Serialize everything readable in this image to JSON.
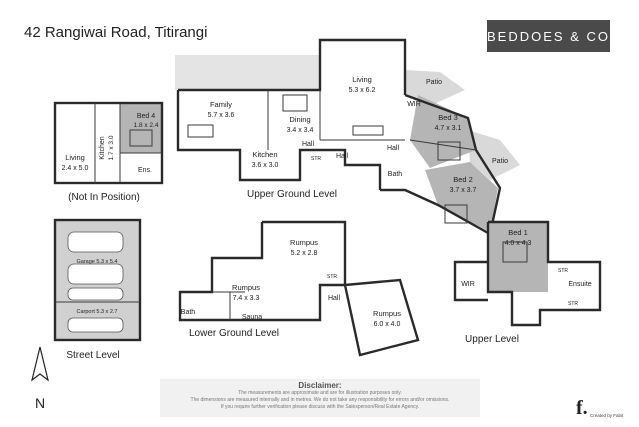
{
  "address": "42 Rangiwai Road, Titirangi",
  "brand": "BEDDOES & CO",
  "levels": {
    "upper_ground": "Upper Ground Level",
    "lower_ground": "Lower Ground Level",
    "upper": "Upper Level",
    "street": "Street Level",
    "not_in_position": "(Not In Position)"
  },
  "rooms": {
    "living_main": {
      "name": "Living",
      "dims": "5.3 x 6.2"
    },
    "patio_top": {
      "name": "Patio"
    },
    "family": {
      "name": "Family",
      "dims": "5.7 x 3.6"
    },
    "dining": {
      "name": "Dining",
      "dims": "3.4 x 3.4"
    },
    "kitchen_main": {
      "name": "Kitchen",
      "dims": "3.6 x 3.0"
    },
    "wir_bed3": {
      "name": "WIR"
    },
    "bed3": {
      "name": "Bed 3",
      "dims": "4.7 x 3.1"
    },
    "patio_right": {
      "name": "Patio"
    },
    "bed2": {
      "name": "Bed 2",
      "dims": "3.7 x 3.7"
    },
    "hall_a": {
      "name": "Hall"
    },
    "hall_b": {
      "name": "Hall"
    },
    "hall_c": {
      "name": "Hall"
    },
    "str_upper_ground": {
      "name": "STR"
    },
    "bath_upper_ground": {
      "name": "Bath"
    },
    "living_sep": {
      "name": "Living",
      "dims": "2.4 x 5.0"
    },
    "kitchen_sep": {
      "name": "Kitchen",
      "dims": "1.7 x 3.0"
    },
    "bed4": {
      "name": "Bed 4",
      "dims": "1.8 x 2.4"
    },
    "ens_sep": {
      "name": "Ens."
    },
    "garage": {
      "name": "Garage 5.3 x 5.4"
    },
    "carport": {
      "name": "Carport 5.3 x 2.7"
    },
    "rumpus_top": {
      "name": "Rumpus",
      "dims": "5.2 x 2.8"
    },
    "rumpus_mid": {
      "name": "Rumpus",
      "dims": "7.4 x 3.3"
    },
    "sauna": {
      "name": "Sauna"
    },
    "bath_lower": {
      "name": "Bath"
    },
    "str_lower": {
      "name": "STR"
    },
    "hall_lower": {
      "name": "Hall"
    },
    "rumpus_right": {
      "name": "Rumpus",
      "dims": "6.0 x 4.0"
    },
    "bed1": {
      "name": "Bed 1",
      "dims": "4.0 x 4.3"
    },
    "wir_upper": {
      "name": "WIR"
    },
    "str_upper_1": {
      "name": "STR"
    },
    "ensuite": {
      "name": "Ensuite"
    },
    "str_upper_2": {
      "name": "STR"
    }
  },
  "compass": "N",
  "disclaimer": {
    "title": "Disclaimer:",
    "lines": [
      "The measurements are approximate and are for illustration purposes only.",
      "The dimensions are measured internally and in metres. We do not take any responsibility for errors and/or omissions.",
      "If you require further verification please discuss with the Salesperson/Real Estate Agency."
    ]
  },
  "credit": "Created by Fabit",
  "colors": {
    "bedroom": "#b5b5b5",
    "patio": "#d9d9d9",
    "wall": "#2a2a2a",
    "brand_bg": "#4a4a4a"
  }
}
